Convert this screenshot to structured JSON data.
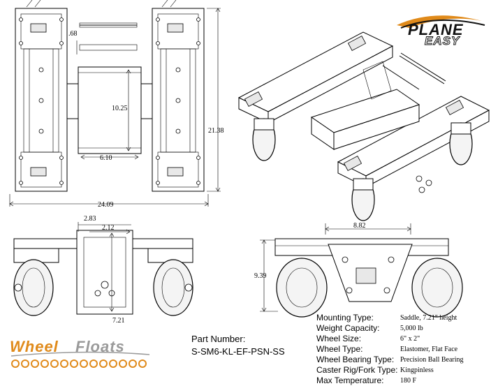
{
  "brand": {
    "plane_easy": {
      "line1": "PLANE",
      "line2": "EASY"
    },
    "wheel_floats": {
      "part1": "Wheel",
      "part2": "Floats"
    }
  },
  "dimensions": {
    "plate_thickness": ".68",
    "inner_height": "10.25",
    "inner_width": "6.10",
    "overall_height": "21.38",
    "overall_width": "24.09",
    "saddle_width": "2.83",
    "saddle_inner": "2.12",
    "saddle_height": "7.21",
    "end_width": "8.82",
    "end_height": "9.39"
  },
  "part": {
    "label": "Part Number:",
    "number": "S-SM6-KL-EF-PSN-SS"
  },
  "specs": [
    {
      "key": "Mounting Type:",
      "value": "Saddle, 7.21\" height"
    },
    {
      "key": "Weight Capacity:",
      "value": "5,000 lb"
    },
    {
      "key": "Wheel Size:",
      "value": "6\" x 2\""
    },
    {
      "key": "Wheel Type:",
      "value": "Elastomer, Flat Face"
    },
    {
      "key": "Wheel Bearing Type:",
      "value": "Precision Ball Bearing"
    },
    {
      "key": "Caster Rig/Fork Type:",
      "value": "Kingpinless"
    },
    {
      "key": "Max Temperature:",
      "value": "180 F"
    }
  ],
  "colors": {
    "brand_orange": "#e08a1a",
    "brand_gray": "#9a9a9a",
    "line": "#000000"
  }
}
